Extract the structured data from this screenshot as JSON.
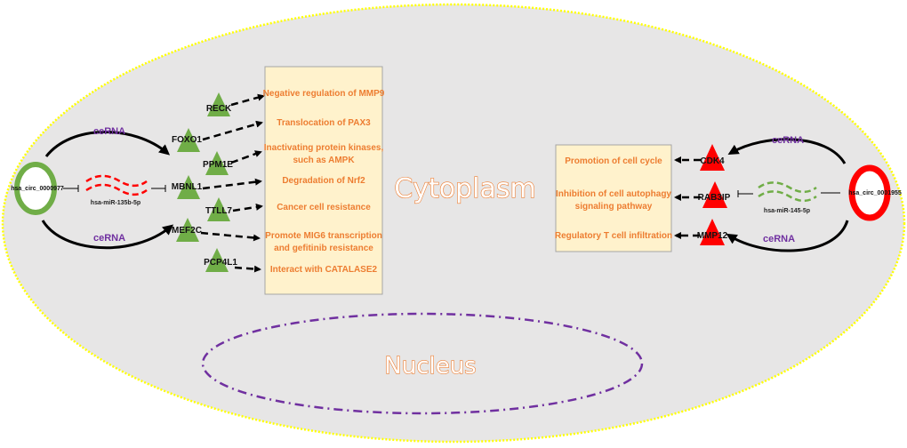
{
  "colors": {
    "cell_fill": "#e7e6e6",
    "cell_border": "#ffff00",
    "nucleus_border": "#7030a0",
    "box_fill": "#fff2cc",
    "box_border": "#a5a5a5",
    "function_text": "#ed7d31",
    "left_circ": "#70ad47",
    "right_circ": "#ff0000",
    "left_mirna": "#ff0000",
    "right_mirna": "#70ad47",
    "left_targets": "#70ad47",
    "right_targets": "#ff0000",
    "cerna_text": "#7030a0"
  },
  "regions": {
    "cytoplasm": "Cytoplasm",
    "nucleus": "Nucleus"
  },
  "left": {
    "circrna": "hsa_circ_0000977",
    "mirna": "hsa-miR-135b-5p",
    "cerna_top": "ceRNA",
    "cerna_bottom": "ceRNA",
    "targets": [
      "RECK",
      "FOXO1",
      "PPM1E",
      "MBNL1",
      "TTLL7",
      "MEF2C",
      "PCP4L1"
    ],
    "functions": [
      [
        "Negative regulation of MMP9"
      ],
      [
        "Translocation of PAX3"
      ],
      [
        "Inactivating protein kinases,",
        "such as AMPK"
      ],
      [
        "Degradation of Nrf2"
      ],
      [
        "Cancer cell resistance"
      ],
      [
        "Promote MIG6 transcription",
        "and gefitinib resistance"
      ],
      [
        "Interact with CATALASE2"
      ]
    ]
  },
  "right": {
    "circrna": "hsa_circ_0001955",
    "mirna": "hsa-miR-145-5p",
    "cerna_top": "ceRNA",
    "cerna_bottom": "ceRNA",
    "targets": [
      "CDK4",
      "RAB3IP",
      "MMP12"
    ],
    "functions": [
      [
        "Promotion of cell cycle"
      ],
      [
        "Inhibition of cell autophagy",
        "signaling pathway"
      ],
      [
        "Regulatory T cell infiltration"
      ]
    ]
  }
}
